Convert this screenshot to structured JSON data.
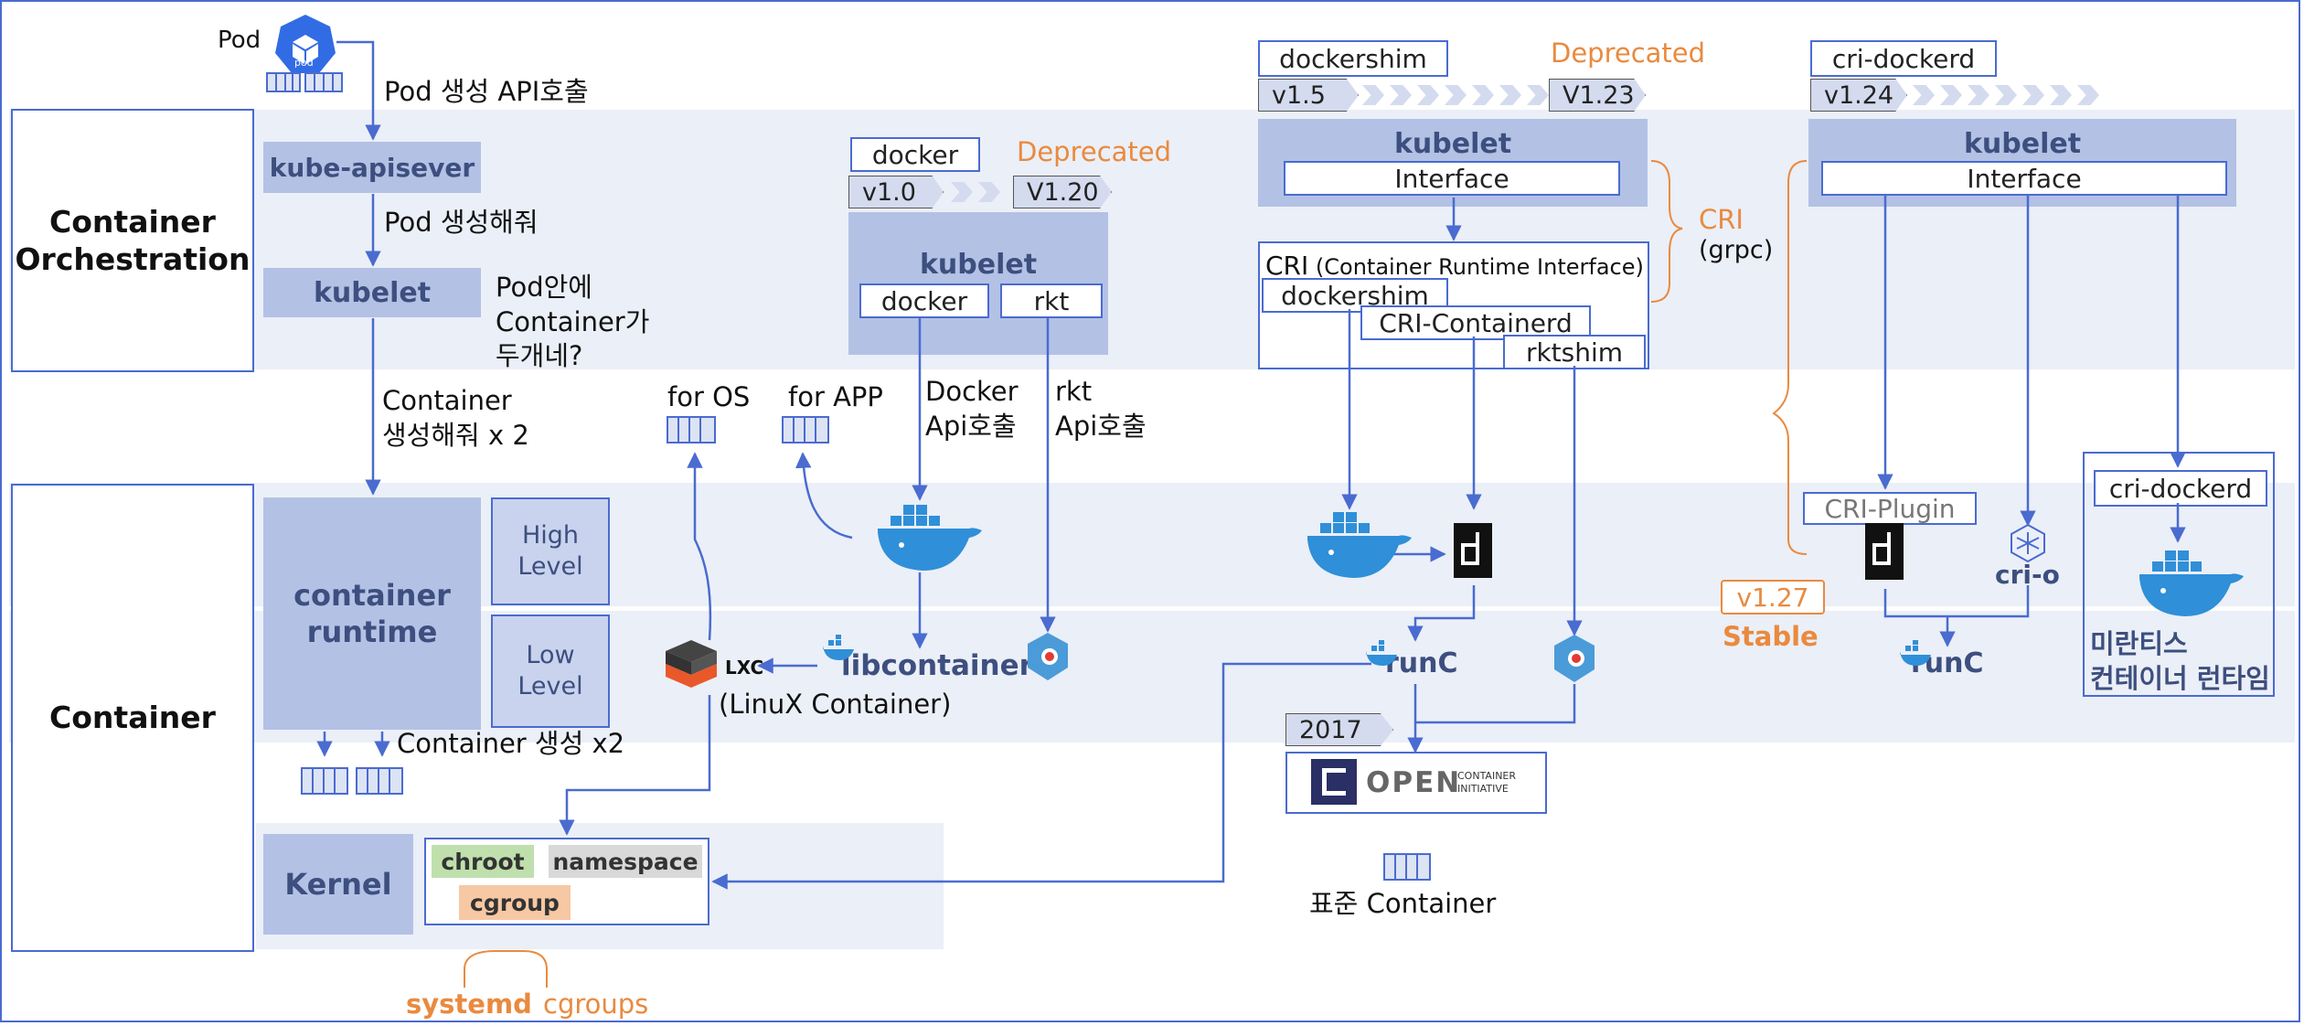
{
  "layers": {
    "orchestration": "Container\nOrchestration",
    "container": "Container"
  },
  "left": {
    "pod_label": "Pod",
    "pod_icon_text": "pod",
    "pod_api_call": "Pod 생성 API호출",
    "kube_apiserver": "kube-apisever",
    "pod_create": "Pod 생성해줘",
    "kubelet": "kubelet",
    "two_containers": "Pod안에\nContainer가\n두개네?",
    "container_create": "Container\n생성해줘 x 2",
    "container_runtime": "container\nruntime",
    "high_level": "High\nLevel",
    "low_level": "Low\nLevel",
    "container_create_x2": "Container 생성 x2"
  },
  "kernel": {
    "label": "Kernel",
    "chroot": "chroot",
    "namespace": "namespace",
    "cgroup": "cgroup",
    "systemd": "systemd",
    "cgroups": "cgroups"
  },
  "middle": {
    "docker_tag": "docker",
    "deprecated": "Deprecated",
    "v10": "v1.0",
    "v120": "V1.20",
    "kubelet": "kubelet",
    "docker": "docker",
    "rkt": "rkt",
    "for_os": "for OS",
    "for_app": "for APP",
    "docker_api": "Docker\nApi호출",
    "rkt_api": "rkt\nApi호출",
    "lxc": "LXC",
    "lxc_full": "(LinuX Container)",
    "libcontainer": "libcontainer"
  },
  "dockershim": {
    "tag": "dockershim",
    "deprecated": "Deprecated",
    "v15": "v1.5",
    "v123": "V1.23",
    "kubelet": "kubelet",
    "interface": "Interface",
    "cri_title_bold": "CRI",
    "cri_title_rest": " (Container Runtime Interface)",
    "dockershim": "dockershim",
    "cri_containerd": "CRI-Containerd",
    "rktshim": "rktshim",
    "cri": "CRI",
    "grpc": "(grpc)",
    "runc": "runC",
    "year": "2017",
    "oci_open": "OPEN",
    "oci_container": "CONTAINER",
    "oci_initiative": "INITIATIVE",
    "standard_container": "표준 Container"
  },
  "right": {
    "tag": "cri-dockerd",
    "v124": "v1.24",
    "kubelet": "kubelet",
    "interface": "Interface",
    "cri_plugin": "CRI-Plugin",
    "cri_o": "cri-o",
    "v127": "v1.27",
    "stable": "Stable",
    "runc": "runC",
    "cri_dockerd": "cri-dockerd",
    "mirantis": "미란티스\n컨테이너 런타임"
  },
  "colors": {
    "accent": "#4a6bd0",
    "fill": "#b3c1e5",
    "band": "#ebeff7",
    "orange": "#e98a3f",
    "docker": "#2f8fd8",
    "chroot": "#bfe0ad",
    "namespace": "#d9d9d9",
    "cgroup": "#f6c8a4"
  }
}
